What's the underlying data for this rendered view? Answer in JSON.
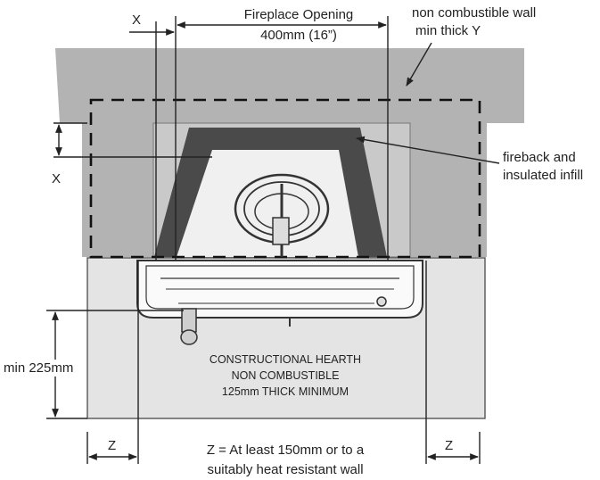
{
  "labels": {
    "x_top": "X",
    "fireplace_opening_line1": "Fireplace Opening",
    "fireplace_opening_line2": "400mm (16”)",
    "wall_line1": "non combustible wall",
    "wall_line2": "min thick Y",
    "x_left": "X",
    "fireback_line1": "fireback and",
    "fireback_line2": "insulated infill",
    "min_depth": "min 225mm",
    "hearth_line1": "CONSTRUCTIONAL HEARTH",
    "hearth_line2": "NON COMBUSTIBLE",
    "hearth_line3": "125mm THICK MINIMUM",
    "z_left": "Z",
    "z_right": "Z",
    "z_note_line1": "Z = At least 150mm or to a",
    "z_note_line2": "suitably heat resistant wall"
  },
  "colors": {
    "wall": "#b3b3b3",
    "hearth": "#e4e4e4",
    "fireback": "#4a4a4a",
    "opening": "#f0f0f0",
    "line": "#222222"
  }
}
